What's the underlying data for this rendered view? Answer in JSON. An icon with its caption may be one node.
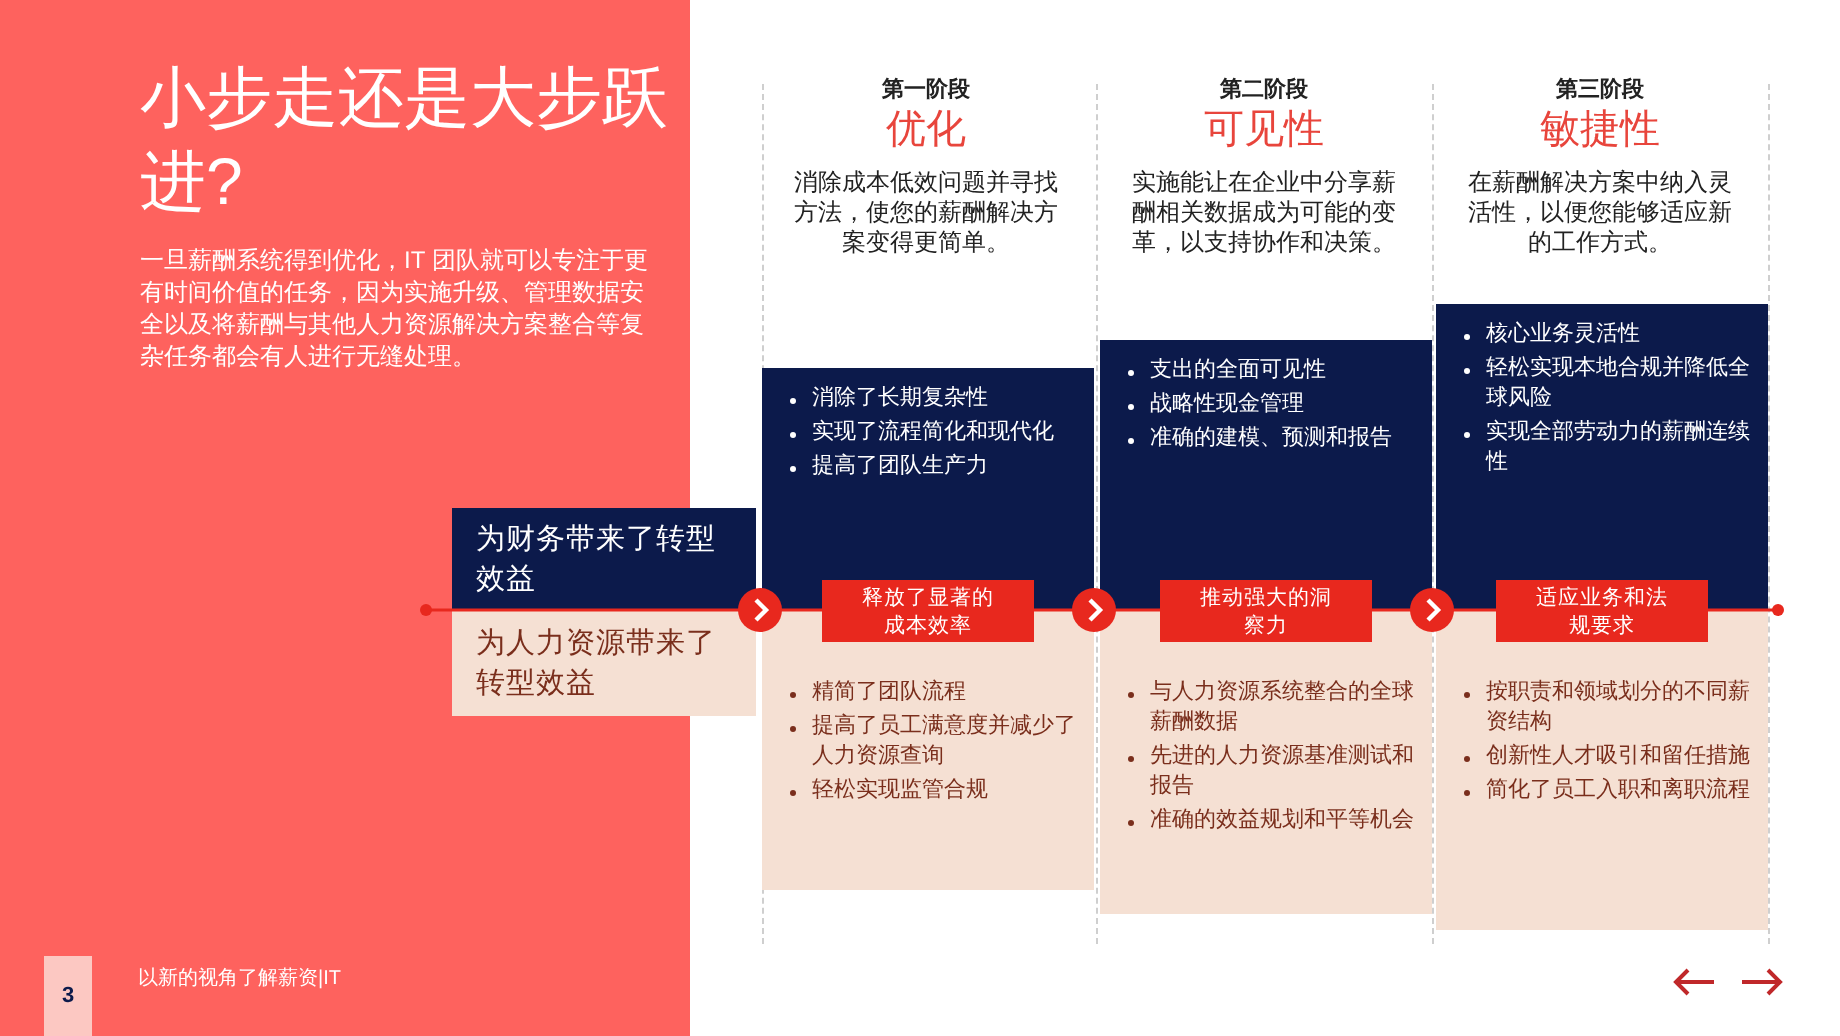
{
  "diagram": {
    "title": "小步走还是大步跃进?",
    "nodes": [
      {
        "text": [
          "为财务带来了转型效益"
        ]
      },
      {
        "text": [
          "为人力资源带来了转型效益"
        ]
      },
      {
        "text": [
          "消除了长期复杂性",
          "实现了流程简化和现代化",
          "提高了团队生产力"
        ]
      },
      {
        "text": [
          "释放了显著的成本效率"
        ]
      },
      {
        "text": [
          "精简了团队流程",
          "提高了员工满意度并减少了人力资源查询",
          "轻松实现监管合规"
        ]
      },
      {
        "text": [
          "支出的全面可见性",
          "战略性现金管理",
          "准确的建模、预测和报告"
        ]
      },
      {
        "text": [
          "推动强大的洞察力"
        ]
      },
      {
        "text": [
          "与人力资源系统整合的全球薪酬数据",
          "先进的人力资源基准测试和报告",
          "准确的效益规划和平等机会"
        ]
      },
      {
        "text": [
          "核心业务灵活性",
          "轻松实现本地合规并降低全球风险",
          "实现全部劳动力的薪酬连续性"
        ]
      },
      {
        "text": [
          "适应业务和法规要求"
        ]
      },
      {
        "text": [
          "按职责和领域划分的不同薪资结构",
          "创新性人才吸引和留任措施",
          "简化了员工入职和离职流程"
        ]
      }
    ],
    "labels": [
      "一旦薪酬系统得到优化，IT 团队就可以专注于更有时间价值的任务，因为实施升级、管理数据安全以及将薪酬与其他人力资源解决方案整合等复杂任务都会有人进行无缝处理。",
      "第一阶段",
      "优化",
      "消除成本低效问题并寻找方法，使您的薪酬解决方案变得更简单。",
      "第二阶段",
      "可见性",
      "实施能让在企业中分享薪酬相关数据成为可能的变革，以支持协作和决策。",
      "第三阶段",
      "敏捷性",
      "在薪酬解决方案中纳入灵活性，以便您能够适应新的工作方式。",
      "3",
      "以新的视角了解薪资|IT"
    ]
  }
}
